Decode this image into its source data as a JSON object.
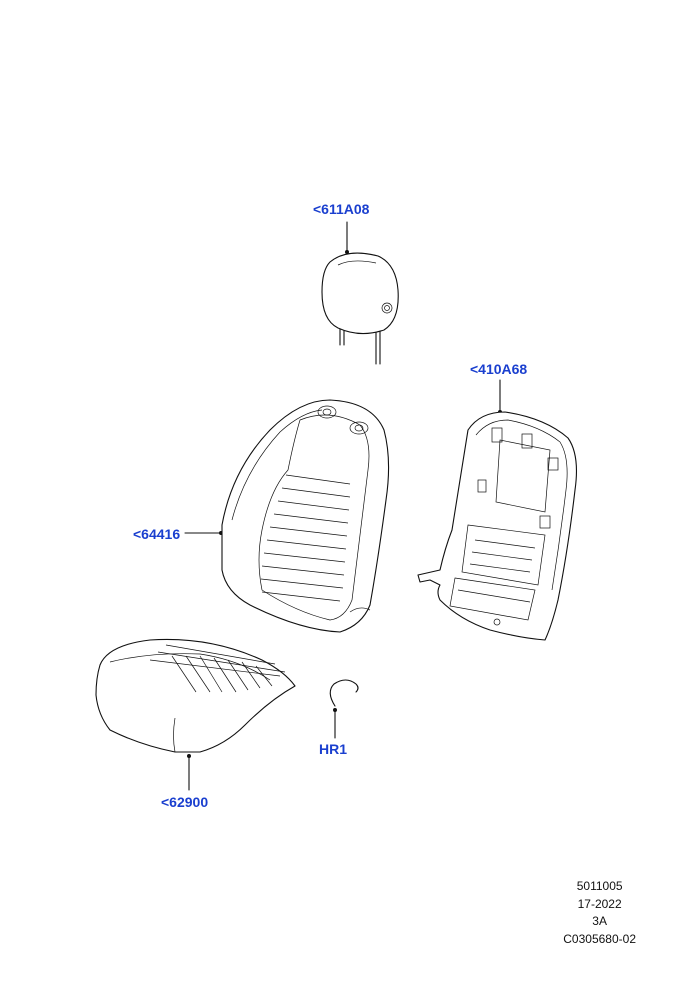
{
  "callouts": {
    "headrest": "<611A08",
    "backrest_panel": "<410A68",
    "backrest_cover": "<64416",
    "seat_cushion": "<62900",
    "hog_ring": "HR1"
  },
  "footer": {
    "line1": "5011005",
    "line2": "17-2022",
    "line3": "3A",
    "line4": "C0305680-02"
  },
  "colors": {
    "callout": "#1a3fcf",
    "line": "#111111"
  }
}
